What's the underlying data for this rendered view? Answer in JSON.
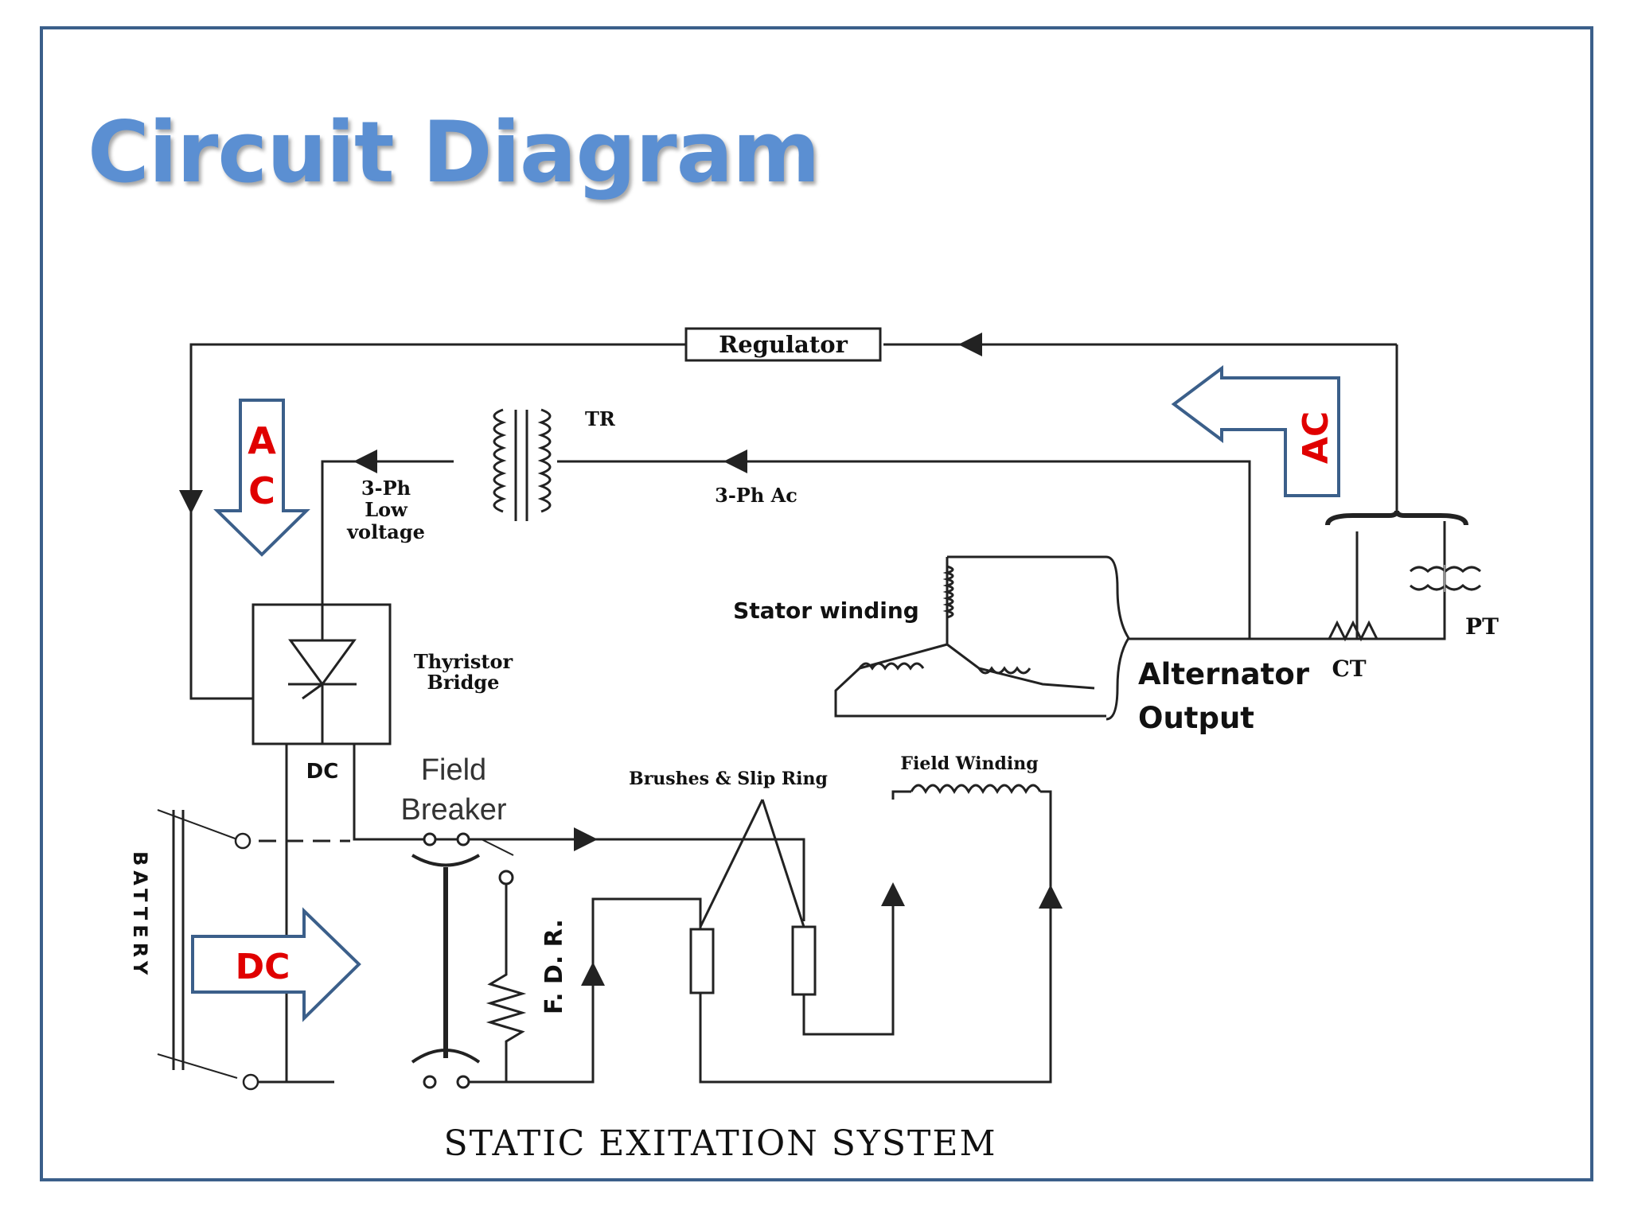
{
  "slide": {
    "title": "Circuit Diagram"
  },
  "diagram": {
    "caption": "STATIC EXITATION SYSTEM",
    "labels": {
      "regulator": "Regulator",
      "tr": "TR",
      "lv_line1": "3-Ph",
      "lv_line2": "Low",
      "lv_line3": "voltage",
      "ph_ac": "3-Ph Ac",
      "stator": "Stator winding",
      "thyristor_line1": "Thyristor",
      "thyristor_line2": "Bridge",
      "alt_line1": "Alternator",
      "alt_line2": "Output",
      "ct": "CT",
      "pt": "PT",
      "dc_small": "DC",
      "field_breaker_line1": "Field",
      "field_breaker_line2": "Breaker",
      "brushes": "Brushes & Slip Ring",
      "field_winding": "Field Winding",
      "fdr": "F. D. R.",
      "battery": "BATTERY"
    },
    "callouts": {
      "ac_left_1": "A",
      "ac_left_2": "C",
      "ac_right": "AC",
      "dc_arrow": "DC"
    }
  },
  "colors": {
    "title": "#5b8fd2",
    "frame": "#3b5f8a",
    "callout_text": "#e00000"
  }
}
